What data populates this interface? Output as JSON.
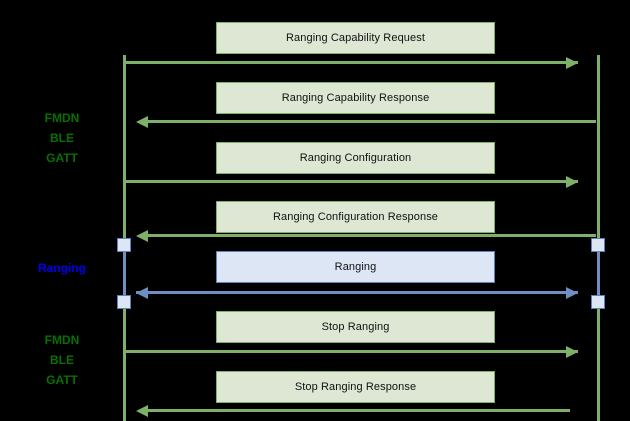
{
  "diagram": {
    "type": "sequence-diagram",
    "background_color": "#000000",
    "accent_green": "#7fb069",
    "accent_blue": "#6d8fc4",
    "box_fill_green": "#dde7d4",
    "box_fill_blue": "#dce6f5",
    "label_green": "#087000",
    "label_blue": "#0000ee"
  },
  "phase_labels": [
    {
      "name": "fmdn-ble-gatt-top",
      "color": "#087000",
      "lines": [
        "FMDN",
        "BLE",
        "GATT"
      ]
    },
    {
      "name": "ranging-phase",
      "color": "#0000ee",
      "lines": [
        "Ranging"
      ]
    },
    {
      "name": "fmdn-ble-gatt-bottom",
      "color": "#087000",
      "lines": [
        "FMDN",
        "BLE",
        "GATT"
      ]
    }
  ],
  "messages": [
    {
      "label": "Ranging Capability Request",
      "direction": "right",
      "style": "green"
    },
    {
      "label": "Ranging Capability Response",
      "direction": "left",
      "style": "green"
    },
    {
      "label": "Ranging Configuration",
      "direction": "right",
      "style": "green"
    },
    {
      "label": "Ranging Configuration Response",
      "direction": "left",
      "style": "green"
    },
    {
      "label": "Ranging",
      "direction": "both",
      "style": "blue"
    },
    {
      "label": "Stop Ranging",
      "direction": "right",
      "style": "green"
    },
    {
      "label": "Stop Ranging Response",
      "direction": "left",
      "style": "green"
    }
  ]
}
